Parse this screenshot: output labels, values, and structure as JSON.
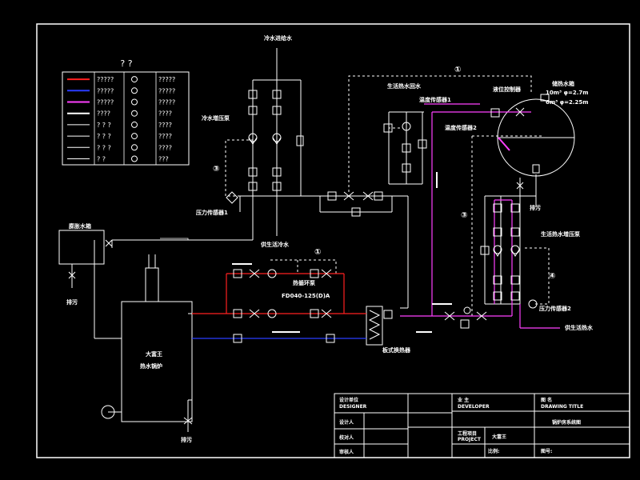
{
  "legend": {
    "title": "? ?",
    "rows": [
      {
        "color": "#ff2020",
        "label1": "?????",
        "icon2": "gate-valve-icon",
        "label2": "?????"
      },
      {
        "color": "#2a3cff",
        "label1": "?????",
        "icon2": "pressure-gauge-icon",
        "label2": "?????"
      },
      {
        "color": "#ff40ff",
        "label1": "?????",
        "icon2": "expansion-joint-icon",
        "label2": "?????"
      },
      {
        "color": "#ffffff",
        "label1": "????",
        "icon2": "pump-icon",
        "label2": "????"
      },
      {
        "color": "#ffffff",
        "label1": "? ? ?",
        "icon2": "check-valve-icon",
        "label2": "????"
      },
      {
        "color": "#ffffff",
        "label1": "? ? ?",
        "icon2": "filter-icon",
        "label2": "????"
      },
      {
        "color": "#ffffff",
        "label1": "? ? ?",
        "icon2": "flow-switch-icon",
        "label2": "????"
      },
      {
        "color": "#ffffff",
        "label1": "? ?",
        "icon2": "safety-valve-icon",
        "label2": "???"
      }
    ]
  },
  "labels": {
    "cold_water_in": "冷水进给水",
    "cold_pump": "冷水增压泵",
    "pressure_tank1": "压力传感器1",
    "supply_water_out": "供生活冷水",
    "expansion_tank": "膨胀水箱",
    "drain1": "排污",
    "drain2": "排污",
    "drain3": "排污",
    "boiler_line1": "大富王",
    "boiler_line2": "热水锅炉",
    "circ_pump": "热循环泵",
    "pump_model": "FD040-125(D)A",
    "plate_hx": "板式换热器",
    "return_water": "生活热水回水",
    "temp_sensor1": "温度传感器1",
    "temp_sensor2": "温度传感器2",
    "level_ctrl": "液位控制器",
    "storage_tank": "储热水箱",
    "tank_spec1": "10m³ φ=2.7m",
    "tank_spec2": "6m³ φ=2.25m",
    "hot_pump": "生活热水增压泵",
    "pressure_tank2": "压力传感器2",
    "hot_water_out": "供生活热水",
    "circle1a": "①",
    "circle1b": "①",
    "circle3a": "③",
    "circle3b": "③",
    "circle4": "④"
  },
  "title_block": {
    "designer_label": "设计单位",
    "designer_en": "DESIGNER",
    "designer_label2": "设计人",
    "checker_label": "校对人",
    "auditor_label": "审核人",
    "owner_label": "业 主",
    "owner_en": "DEVELOPER",
    "project_label": "工程项目",
    "project_en": "PROJECT",
    "project_name": "大富王",
    "drawing_label": "图 名",
    "drawing_en": "DRAWING TITLE",
    "drawing_name": "锅炉房系统图",
    "scale_label": "比例:",
    "sheet_label": "图号:"
  }
}
